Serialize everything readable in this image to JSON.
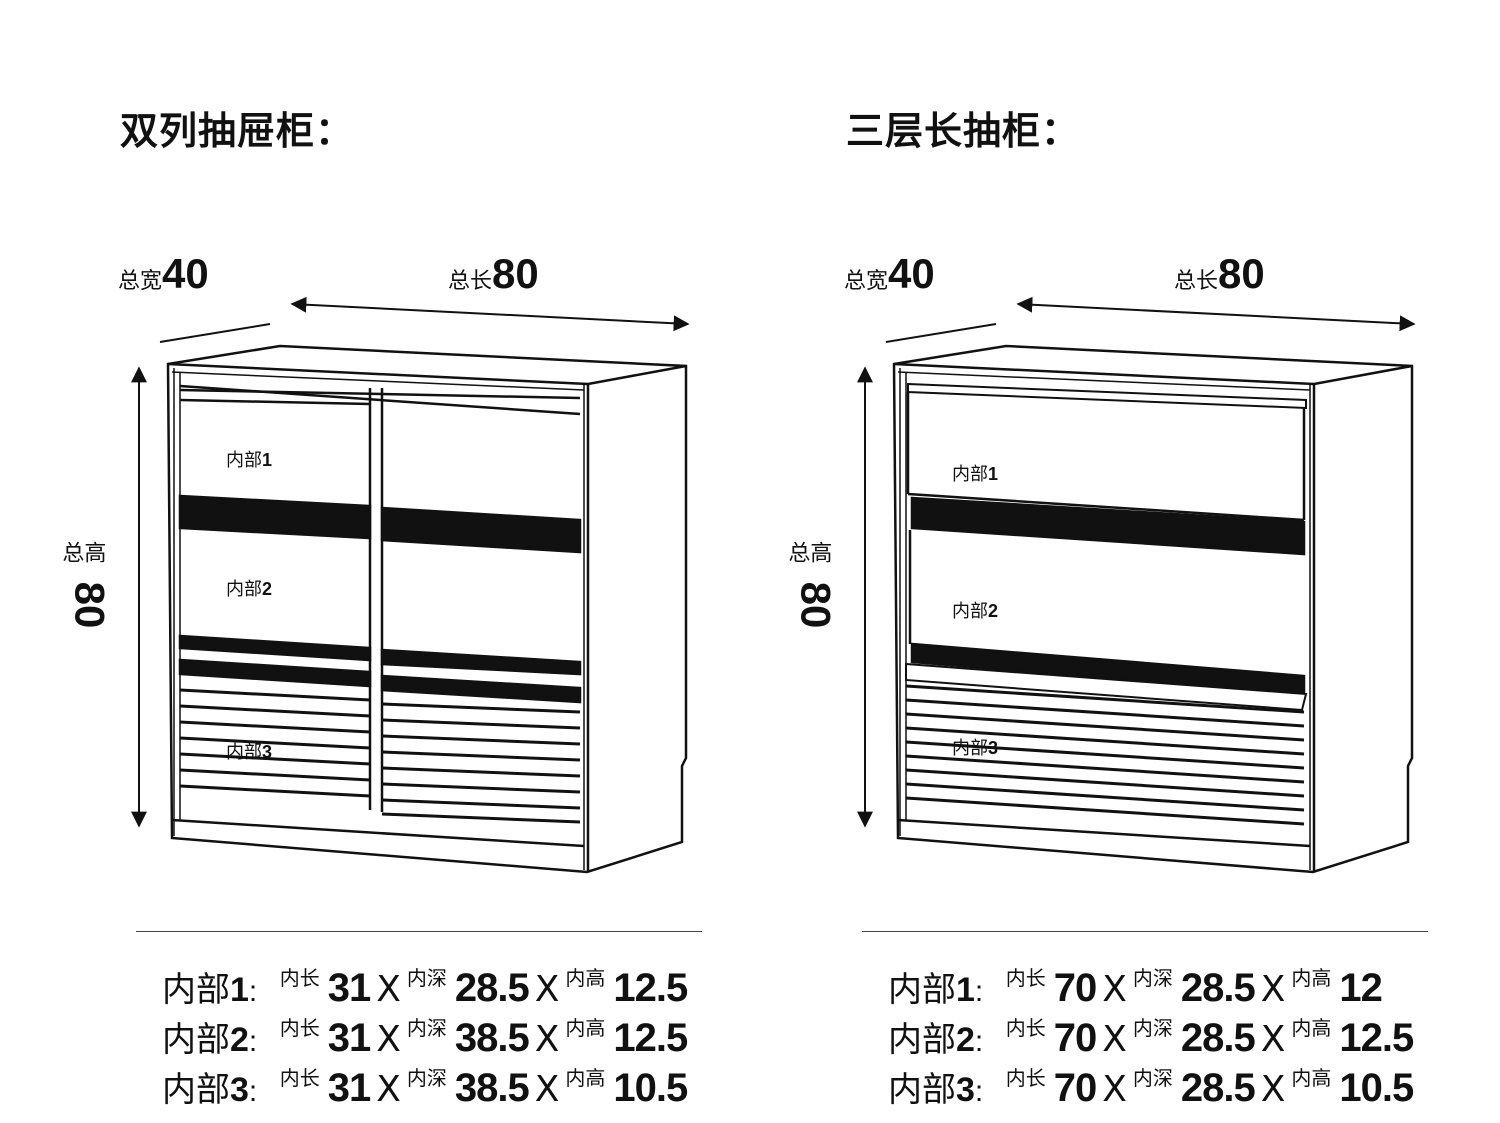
{
  "left": {
    "title": "双列抽屉柜：",
    "width_label": "总宽",
    "width_value": "40",
    "length_label": "总长",
    "length_value": "80",
    "height_label": "总高",
    "height_value": "80",
    "drawer_labels": [
      {
        "prefix": "内部",
        "num": "1"
      },
      {
        "prefix": "内部",
        "num": "2"
      },
      {
        "prefix": "内部",
        "num": "3"
      }
    ],
    "specs": [
      {
        "name": "内部",
        "num": "1",
        "colon": ":",
        "l_label": "内长",
        "l": "31",
        "x1": "X",
        "d_label": "内深",
        "d": "28.5",
        "x2": "X",
        "h_label": "内高",
        "h": "12.5"
      },
      {
        "name": "内部",
        "num": "2",
        "colon": ":",
        "l_label": "内长",
        "l": "31",
        "x1": "X",
        "d_label": "内深",
        "d": "38.5",
        "x2": "X",
        "h_label": "内高",
        "h": "12.5"
      },
      {
        "name": "内部",
        "num": "3",
        "colon": ":",
        "l_label": "内长",
        "l": "31",
        "x1": "X",
        "d_label": "内深",
        "d": "38.5",
        "x2": "X",
        "h_label": "内高",
        "h": "10.5"
      }
    ]
  },
  "right": {
    "title": "三层长抽柜：",
    "width_label": "总宽",
    "width_value": "40",
    "length_label": "总长",
    "length_value": "80",
    "height_label": "总高",
    "height_value": "80",
    "drawer_labels": [
      {
        "prefix": "内部",
        "num": "1"
      },
      {
        "prefix": "内部",
        "num": "2"
      },
      {
        "prefix": "内部",
        "num": "3"
      }
    ],
    "specs": [
      {
        "name": "内部",
        "num": "1",
        "colon": ":",
        "l_label": "内长",
        "l": "70",
        "x1": "X",
        "d_label": "内深",
        "d": "28.5",
        "x2": "X",
        "h_label": "内高",
        "h": "12"
      },
      {
        "name": "内部",
        "num": "2",
        "colon": ":",
        "l_label": "内长",
        "l": "70",
        "x1": "X",
        "d_label": "内深",
        "d": "28.5",
        "x2": "X",
        "h_label": "内高",
        "h": "12.5"
      },
      {
        "name": "内部",
        "num": "3",
        "colon": ":",
        "l_label": "内长",
        "l": "70",
        "x1": "X",
        "d_label": "内深",
        "d": "28.5",
        "x2": "X",
        "h_label": "内高",
        "h": "10.5"
      }
    ]
  }
}
